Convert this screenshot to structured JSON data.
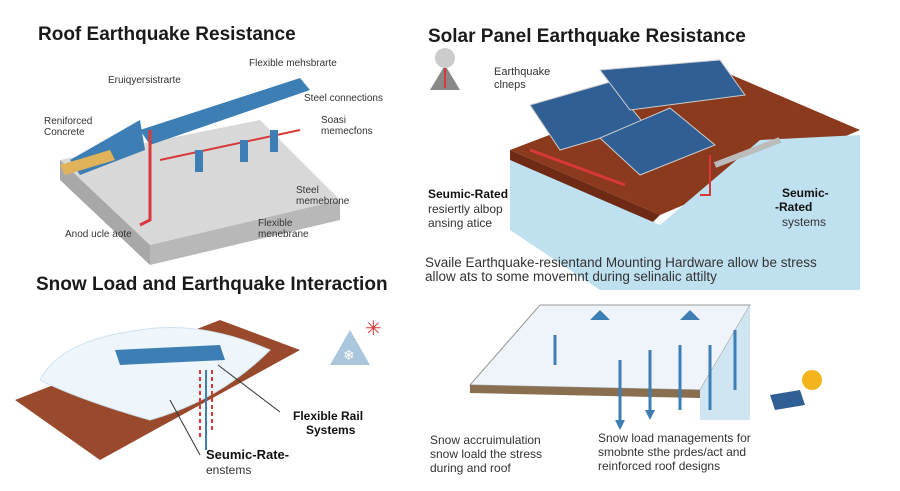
{
  "panels": {
    "roof": {
      "title": "Roof Earthquake Resistance",
      "labels": [
        "Flexible mehsbrarte",
        "Eruiqyersistrarte",
        "Steel connections",
        "Reniforced",
        "Concrete",
        "Soasi",
        "memecfons",
        "Steel",
        "memebrone",
        "Flexible",
        "menebrane",
        "Anod ucle aote"
      ]
    },
    "solar": {
      "title": "Solar Panel Earthquake Resistance",
      "labels": [
        "Earthquake",
        "clneps"
      ],
      "left_bold": "Seumic-Rated",
      "left_lines": [
        "resiertly albop",
        "ansing atice"
      ],
      "right_bold": [
        "Seumic-",
        "-Rated"
      ],
      "right_line": "systems",
      "caption": [
        "Svaile Earthquake-resientand Mounting Hardware allow be stress",
        "allow ats to some movemnt during selinalic attilty"
      ]
    },
    "snow": {
      "title": "Snow Load and Earthquake Interaction",
      "rail": [
        "Flexible Rail",
        "Systems"
      ],
      "seismic": [
        "Seumic-Rate-",
        "enstems"
      ]
    },
    "load": {
      "caption_left": [
        "Snow accruimulation",
        "snow loald the stress",
        "during and roof"
      ],
      "caption_right": [
        "Snow load managements for",
        "smobnte sthe prdes/act and",
        "reinforced roof designs"
      ]
    }
  },
  "colors": {
    "blue": "#3d7fb5",
    "red": "#d9383a",
    "roof": "#9a4a2c",
    "concrete": "#cfcfcf"
  }
}
